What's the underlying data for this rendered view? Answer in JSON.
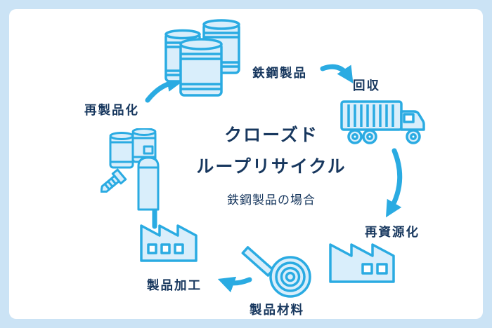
{
  "diagram": {
    "center": {
      "title_line1": "クローズド",
      "title_line2": "ループリサイクル",
      "subtitle": "鉄鋼製品の場合"
    },
    "stages": [
      {
        "id": "steel-products",
        "label": "鉄鋼製品",
        "icon": "steel-cans-icon"
      },
      {
        "id": "collection",
        "label": "回収",
        "icon": "collection-truck-icon"
      },
      {
        "id": "recycling",
        "label": "再資源化",
        "icon": "recycling-factory-icon"
      },
      {
        "id": "product-materials",
        "label": "製品材料",
        "icon": "steel-coil-icon"
      },
      {
        "id": "product-processing",
        "label": "製品加工",
        "icon": "processing-factory-icon"
      },
      {
        "id": "remanufacturing",
        "label": "再製品化",
        "icon": "remade-products-icon"
      }
    ],
    "colors": {
      "frame_background": "#cbe3f5",
      "card_background": "#ffffff",
      "icon_stroke": "#2aabe2",
      "icon_fill": "#d9eefb",
      "text": "#17375e",
      "arrow": "#2aabe2"
    }
  }
}
